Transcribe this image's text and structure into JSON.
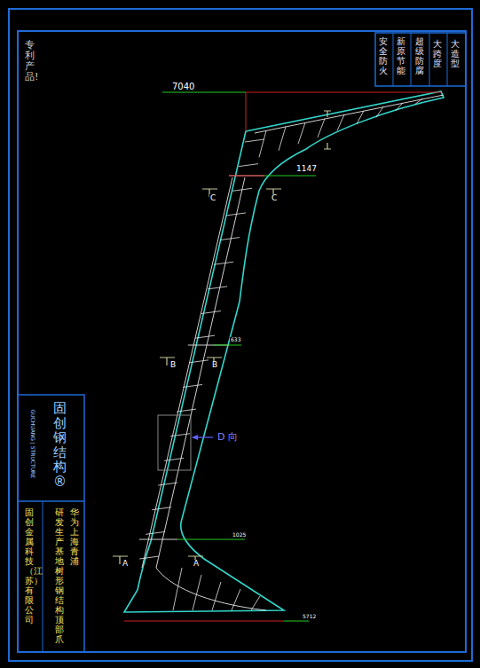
{
  "diagram": {
    "labels": [
      "专利产品!",
      "安全防火",
      "新原节能",
      "超级防腐",
      "大跨度",
      "大造型",
      "固创钢结构®",
      "GUCHUANG | STRUCTURE",
      "华为上海青浦",
      "研发生产基地树形钢结构顶部爪",
      "固创金属科技（江苏）有限公司",
      "7040",
      "1147",
      "633",
      "1025",
      "5712",
      "C",
      "C",
      "B",
      "B",
      "A",
      "A",
      "D 向"
    ]
  }
}
